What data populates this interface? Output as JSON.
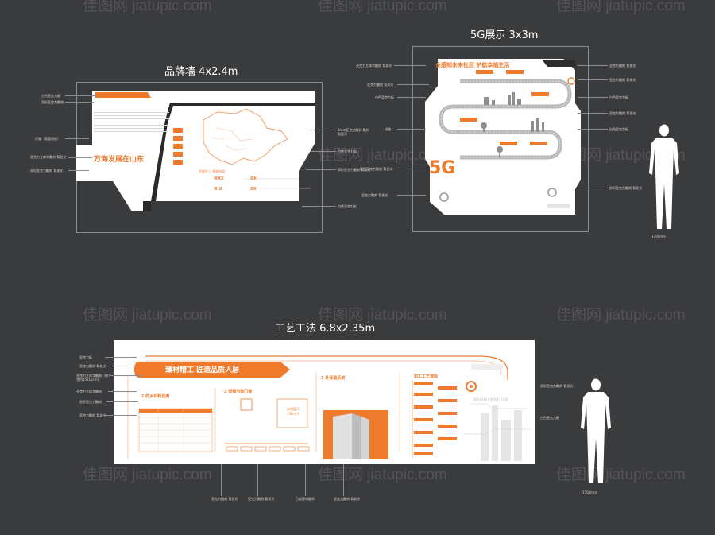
{
  "watermark": "佳图网 jiatupic.com",
  "colors": {
    "background": "#3a3b3d",
    "accent": "#f07a2c",
    "panel": "#ffffff"
  },
  "brand_wall": {
    "title": "品牌墙 4x2.4m",
    "headline": "万海发展在山东",
    "sub_heading": "开题在上 路威布局",
    "numbers": [
      "XXX",
      "XX",
      "X.X",
      "XX"
    ],
    "left_notes": [
      "白色亚克力板",
      "异形亚克力雕刻",
      "灯箱（背面喷绘）",
      "亚克力立体字雕刻 背发光",
      "异形亚克力雕刻 背发光"
    ],
    "right_notes": [
      "2mm亚克力雕刻 雕刻贴面光",
      "白色亚克力板",
      "异形亚克力雕刻 背发光",
      "白色亚克力板"
    ]
  },
  "display_5g": {
    "title": "5G展示 3x3m",
    "headline": "全感知未来社区 护航幸福生活",
    "logo": "5G",
    "left_notes": [
      "亚克力立体字雕刻 背发光",
      "亚克力雕刻 背发光",
      "白色亚克力板",
      "线路",
      "异形亚克力雕刻 背发光",
      "亚克力雕刻 背发光"
    ],
    "right_notes": [
      "亚克力雕刻 背发光",
      "亚克力雕刻 背发光",
      "白色亚克力板",
      "亚克力雕刻 背发光",
      "白色亚克力板",
      "异形亚克力雕刻 背发光"
    ],
    "height_label": "1700mm"
  },
  "craft_wall": {
    "title": "工艺工法 6.8x2.35m",
    "headline": "臻材精工 匠造品质人居",
    "sections": [
      "1 防水材料选用",
      "2 塑钢节能门窗",
      "3 外保温系统",
      "加工工艺流程"
    ],
    "sample_box": "实材展示（50cm）",
    "watermark_text": "WANHAI MANSION",
    "left_notes": [
      "亚克力板",
      "亚克力雕刻 背发光",
      "亚克力立体字雕刻（每个字约15x15cm）",
      "亚克力立体字雕刻",
      "异形亚克力雕刻",
      "亚克力雕刻 背发光"
    ],
    "bottom_notes": [
      "亚克力雕刻 背发光",
      "亚克力雕刻 背发光",
      "凸起复材展示",
      "亚克力雕刻 背发光"
    ],
    "right_notes": [
      "异形亚克力雕刻 背发光",
      "白色亚克力板"
    ],
    "height_label": "1700mm"
  }
}
